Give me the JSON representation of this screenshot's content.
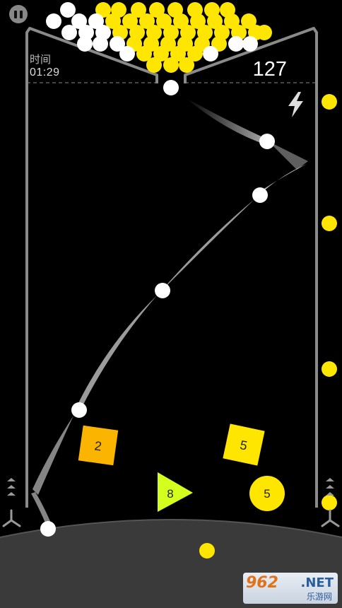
{
  "hud": {
    "timer_label": "时间",
    "timer_value": "01:29",
    "score": "127"
  },
  "blocks": [
    {
      "shape": "square",
      "value": "2",
      "color": "#fbb400"
    },
    {
      "shape": "square",
      "value": "5",
      "color": "#ffe600"
    },
    {
      "shape": "triangle",
      "value": "8",
      "color": "#d4ff1e"
    },
    {
      "shape": "circle",
      "value": "5",
      "color": "#ffe600"
    }
  ],
  "icons": {
    "pause": "pause-icon",
    "power": "lightning-icon",
    "launcher": "chevron-up-icon"
  },
  "colors": {
    "background": "#000000",
    "ball_yellow": "#ffe600",
    "ball_white": "#ffffff",
    "wall": "#8a8a8a"
  },
  "watermark": {
    "brand": "962",
    "domain": ".NET",
    "subtitle": "乐游网"
  }
}
